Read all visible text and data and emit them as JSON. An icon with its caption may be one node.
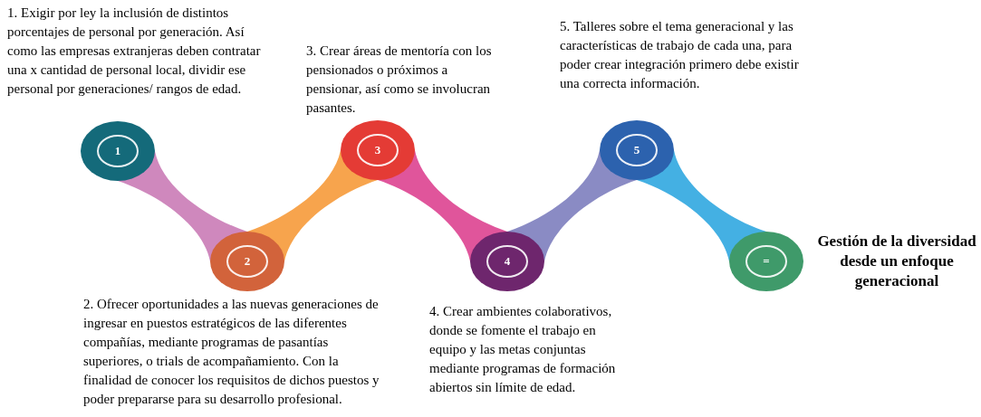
{
  "diagram": {
    "nodes": [
      {
        "text": [
          "1"
        ],
        "beside": [
          "1. Exigir por ley la inclusión de distintos porcentajes de personal por generación. Así como las empresas extranjeras deben contratar una x cantidad de personal local, dividir ese personal por generaciones/ rangos de edad."
        ]
      },
      {
        "text": [
          "2"
        ],
        "beside": [
          "2. Ofrecer oportunidades a las nuevas generaciones de ingresar en puestos estratégicos de las diferentes compañías, mediante programas de pasantías superiores, o trials de acompañamiento. Con la finalidad de conocer los requisitos de dichos puestos y poder prepararse para su desarrollo profesional."
        ]
      },
      {
        "text": [
          "3"
        ],
        "beside": [
          "3. Crear áreas de mentoría con los pensionados o próximos a pensionar, así como se involucran pasantes."
        ]
      },
      {
        "text": [
          "4"
        ],
        "beside": [
          "4. Crear ambientes colaborativos, donde se fomente el trabajo en equipo y las metas conjuntas mediante programas de formación abiertos sin límite de edad."
        ]
      },
      {
        "text": [
          "5"
        ],
        "beside": [
          "5. Talleres sobre el tema generacional y las características de trabajo de cada una, para poder crear integración primero debe existir una correcta información."
        ]
      },
      {
        "text": [
          "="
        ],
        "beside": [
          "Gestión de la diversidad desde un enfoque generacional"
        ]
      }
    ],
    "edges": [
      {
        "from": 0,
        "to": 1,
        "arrow": "none",
        "color": "#cf88bd"
      },
      {
        "from": 1,
        "to": 2,
        "arrow": "none",
        "color": "#f7a44d"
      },
      {
        "from": 2,
        "to": 3,
        "arrow": "none",
        "color": "#e0559b"
      },
      {
        "from": 3,
        "to": 4,
        "arrow": "none",
        "color": "#8a8bc4"
      },
      {
        "from": 4,
        "to": 5,
        "arrow": "none",
        "color": "#44b0e3"
      }
    ]
  }
}
